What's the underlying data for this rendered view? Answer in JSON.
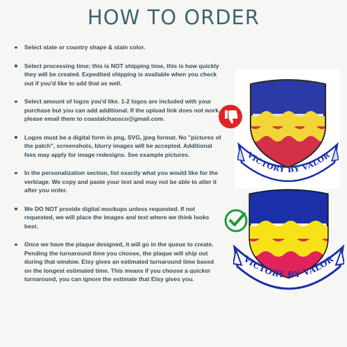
{
  "page": {
    "title": "HOW TO ORDER"
  },
  "instructions": [
    "Select state or country shape & stain color.",
    "Select processing time; this is NOT shipping time, this is how quickly they will be created. Expedited shipping is available when you check out if you'd like to add that as well.",
    "Select amount of logos you'd like. 1-2 logos are included with your purchase but you can add additional. If the upload link does not work, please email them to coastalchaosco@gmail.com.",
    "Logos must be a digital form in png, SVG, jpeg format. No \"pictures of the patch\", screenshots, blurry images will be accepted. Additional fees may apply for image redesigns. See example pictures.",
    "In the personalization section, list exactly what you would like for the verbiage. We copy and paste your text and may not be able to alter it after you order.",
    "We DO NOT provide digital mockups unless requested. If not requested, we will place the images and text where we think looks best.",
    "Once we have the plaque designed, it will go in the queue to create. Pending the turnaround time you choose, the plaque will ship out during that window. Etsy gives an estimated turnaround time based on the longest estimated time. This means if you choose a quicker turnaround, you can ignore the estimate that Etsy gives you."
  ],
  "examples": {
    "bad": {
      "motto": "VICTORY BY VALOR",
      "icon": "thumbs-down-icon",
      "color": "#e02424"
    },
    "good": {
      "motto": "VICTORY BY VALOR",
      "icon": "check-icon",
      "color": "#1f9a3a"
    }
  },
  "colors": {
    "title": "#3d6670",
    "text": "#3a4d55",
    "background": "#f6f7f5",
    "shield_blue": "#1a2fa8",
    "shield_yellow": "#f7e21a",
    "shield_red": "#e0245a"
  }
}
